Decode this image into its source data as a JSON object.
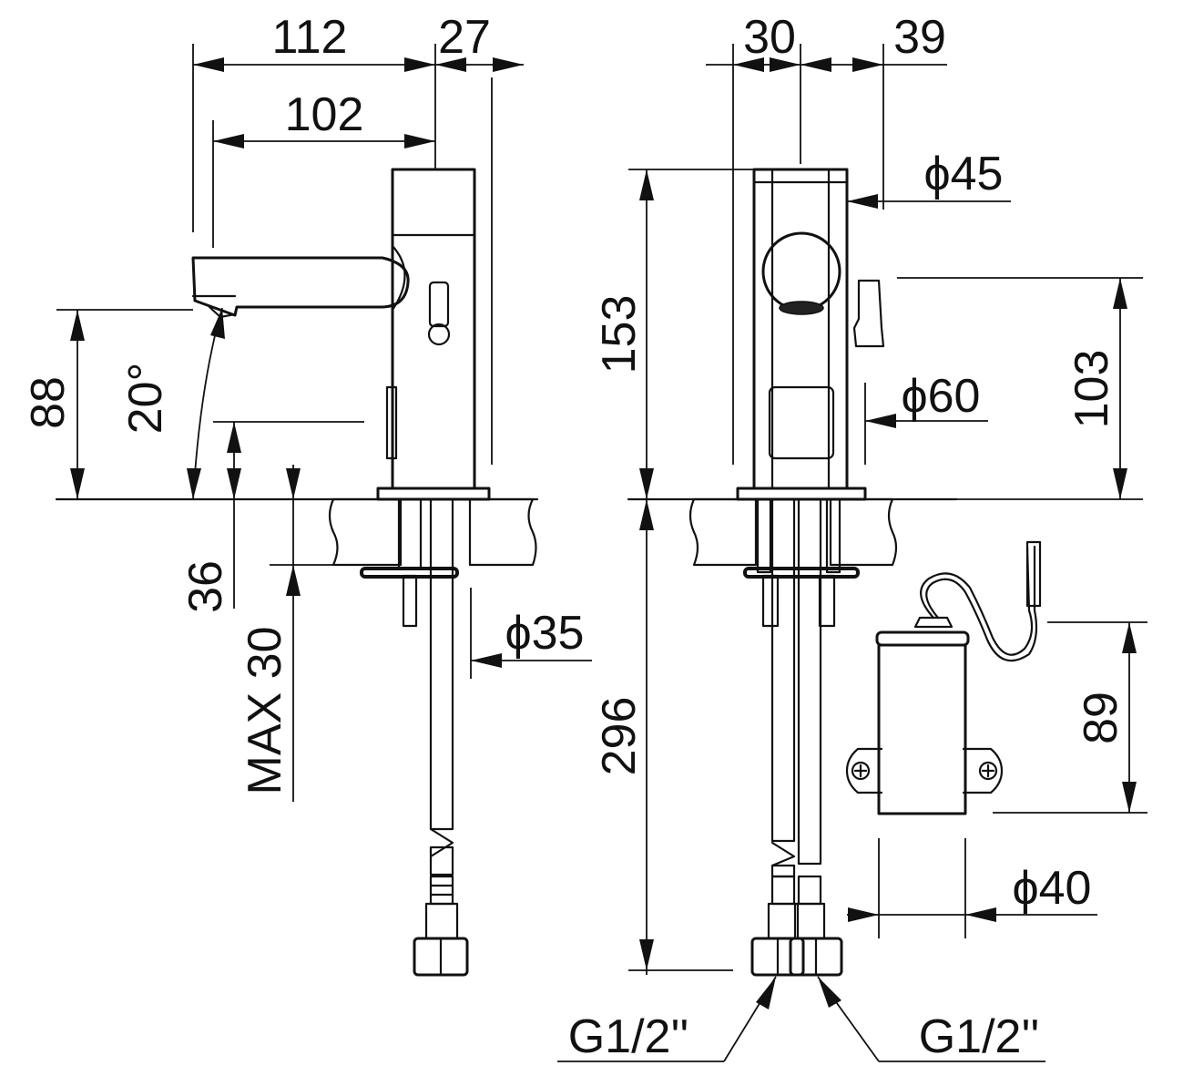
{
  "dimensions": {
    "d112": "112",
    "d27": "27",
    "d102": "102",
    "d88": "88",
    "d20deg": "20°",
    "d36": "36",
    "dmax30": "MAX 30",
    "d35": "ϕ35",
    "d30": "30",
    "d39": "39",
    "d45": "ϕ45",
    "d153": "153",
    "d60": "ϕ60",
    "d103": "103",
    "d296": "296",
    "d89": "89",
    "d40": "ϕ40",
    "thread_left": "G1/2''",
    "thread_right": "G1/2''"
  }
}
